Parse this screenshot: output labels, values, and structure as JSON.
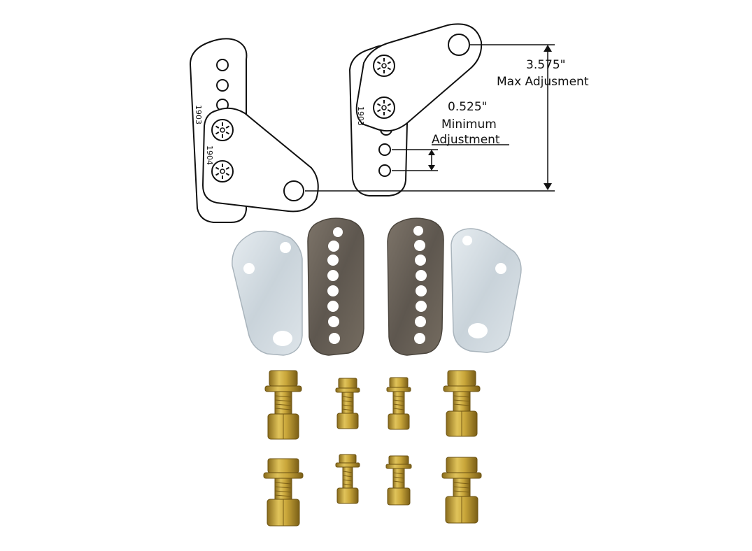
{
  "diagram": {
    "left_plate_back_number": "1903",
    "left_plate_front_number": "1904",
    "right_plate_number": "1903",
    "max_value": "3.575\"",
    "max_label": "Max Adjusment",
    "min_value": "0.525\"",
    "min_label_line1": "Minimum",
    "min_label_line2": "Adjustment"
  },
  "colors": {
    "outline": "#111111",
    "zinc_plate": "#cfd8de",
    "steel_plate": "#6e665c",
    "bolt_gold": "#c9a63a",
    "bolt_shadow": "#8a6c1c"
  }
}
